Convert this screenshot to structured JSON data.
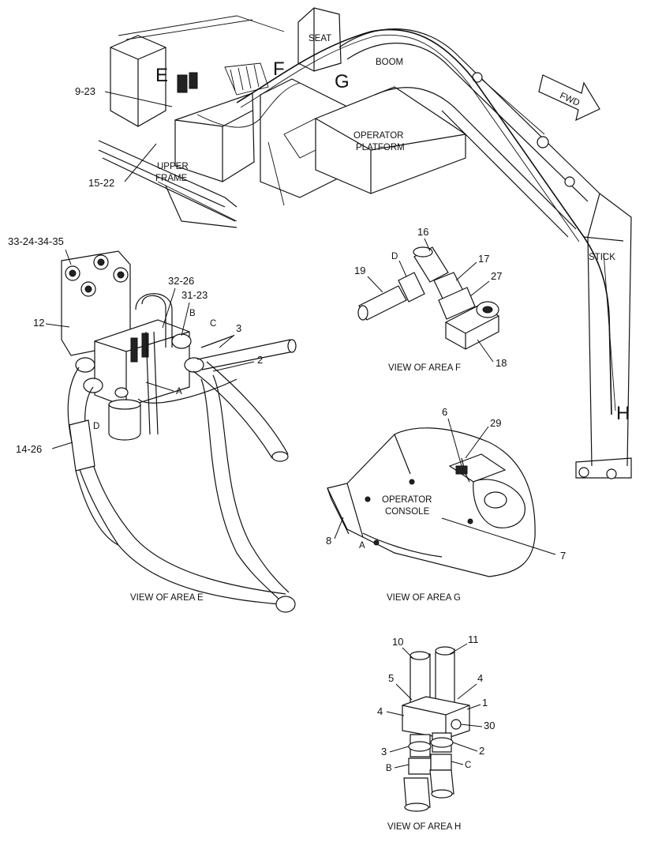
{
  "main_view": {
    "area_letters": {
      "e": "E",
      "f": "F",
      "g": "G",
      "h": "H"
    },
    "labels": {
      "seat": "SEAT",
      "boom": "BOOM",
      "operator_platform_line1": "OPERATOR",
      "operator_platform_line2": "PLATFORM",
      "upper_frame_line1": "UPPER",
      "upper_frame_line2": "FRAME",
      "stick": "STICK",
      "fwd": "FWD"
    },
    "callouts": {
      "c9_23": "9-23",
      "c15_22": "15-22"
    }
  },
  "area_e": {
    "caption": "VIEW OF AREA E",
    "callouts": {
      "c33_24_34_35": "33-24-34-35",
      "c12": "12",
      "c32_26": "32-26",
      "c31_23": "31-23",
      "b": "B",
      "c": "C",
      "c3": "3",
      "c2": "2",
      "a": "A",
      "d": "D",
      "c14_26": "14-26"
    }
  },
  "area_f": {
    "caption": "VIEW OF AREA F",
    "callouts": {
      "c16": "16",
      "d": "D",
      "c17": "17",
      "c19": "19",
      "c27": "27",
      "c18": "18"
    }
  },
  "area_g": {
    "caption": "VIEW OF AREA G",
    "labels": {
      "console_line1": "OPERATOR",
      "console_line2": "CONSOLE"
    },
    "callouts": {
      "c6": "6",
      "c29": "29",
      "c8": "8",
      "a": "A",
      "c7": "7"
    }
  },
  "area_h": {
    "caption": "VIEW OF AREA H",
    "callouts": {
      "c10": "10",
      "c11": "11",
      "c5": "5",
      "c4a": "4",
      "c4b": "4",
      "c1": "1",
      "c30": "30",
      "c3": "3",
      "c2": "2",
      "b": "B",
      "c": "C"
    }
  }
}
